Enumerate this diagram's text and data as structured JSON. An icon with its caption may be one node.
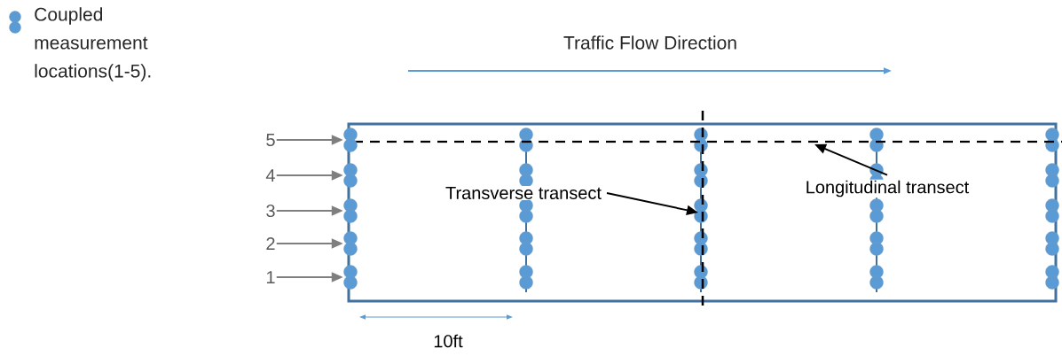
{
  "diagram": {
    "nodes": [
      {
        "text": [
          "5"
        ]
      },
      {
        "text": [
          "4"
        ]
      },
      {
        "text": [
          "3"
        ]
      },
      {
        "text": [
          "2"
        ]
      },
      {
        "text": [
          "1"
        ]
      },
      {
        "text": [],
        "shape": "circle"
      },
      {
        "text": [],
        "shape": "circle"
      },
      {
        "text": [],
        "shape": "circle"
      },
      {
        "text": [],
        "shape": "circle"
      },
      {
        "text": [],
        "shape": "circle"
      },
      {
        "text": [
          "Transverse transect"
        ]
      },
      {
        "text": [
          "Longitudinal transect"
        ]
      }
    ],
    "edges": [
      {
        "from": 0,
        "to": 5,
        "arrow": "to"
      },
      {
        "from": 1,
        "to": 6,
        "arrow": "to"
      },
      {
        "from": 2,
        "to": 7,
        "arrow": "to"
      },
      {
        "from": 3,
        "to": 8,
        "arrow": "to"
      },
      {
        "from": 4,
        "to": 9,
        "arrow": "to"
      },
      {
        "from": 10,
        "to": null,
        "arrow": "to",
        "color": "#000000"
      },
      {
        "from": 11,
        "to": null,
        "arrow": "to",
        "color": "#000000"
      }
    ],
    "labels": [
      "Traffic Flow Direction",
      "10ft"
    ],
    "legend": [
      {
        "text": "Coupled measurement locations(1-5)."
      }
    ]
  }
}
